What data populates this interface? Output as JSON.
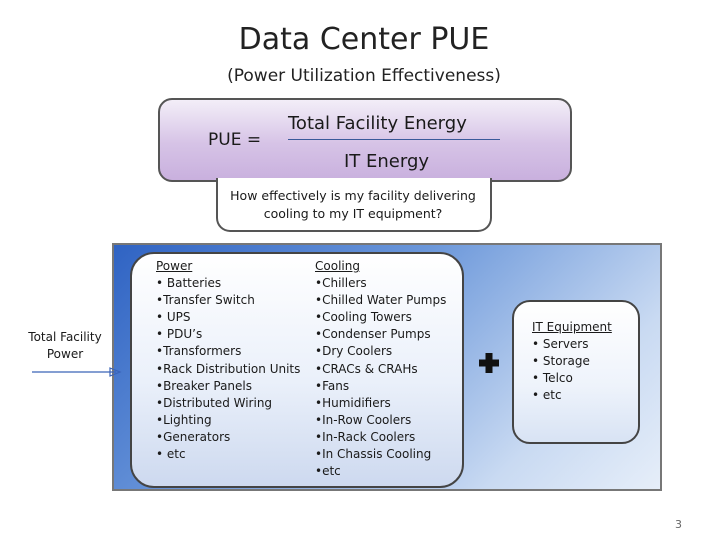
{
  "title": "Data Center PUE",
  "subtitle": "(Power Utilization Effectiveness)",
  "formula": {
    "label": "PUE =",
    "numerator": "Total Facility Energy",
    "denominator": "IT Energy"
  },
  "question": {
    "line1": "How effectively is my facility delivering",
    "line2": "cooling to my IT equipment?"
  },
  "total_facility_power": {
    "line1": "Total Facility",
    "line2": "Power"
  },
  "power": {
    "heading": "Power",
    "items": [
      "• Batteries",
      "•Transfer Switch",
      "• UPS",
      "• PDU’s",
      "•Transformers",
      "•Rack Distribution Units",
      "•Breaker Panels",
      "•Distributed Wiring",
      "•Lighting",
      "•Generators",
      "• etc"
    ]
  },
  "cooling": {
    "heading": "Cooling",
    "items": [
      "•Chillers",
      "•Chilled Water Pumps",
      "•Cooling Towers",
      "•Condenser Pumps",
      "•Dry Coolers",
      "•CRACs & CRAHs",
      "•Fans",
      "•Humidifiers",
      "•In-Row Coolers",
      "•In-Rack Coolers",
      "•In Chassis Cooling",
      "•etc"
    ]
  },
  "it_equipment": {
    "heading": "IT Equipment",
    "items": [
      "• Servers",
      "• Storage",
      "• Telco",
      "• etc"
    ]
  },
  "plus_icon": "plus-icon",
  "colors": {
    "formula_box": "#d6c3e6",
    "panel_blue": "#2f63c3",
    "plus": "#111111"
  },
  "page_number": "3"
}
